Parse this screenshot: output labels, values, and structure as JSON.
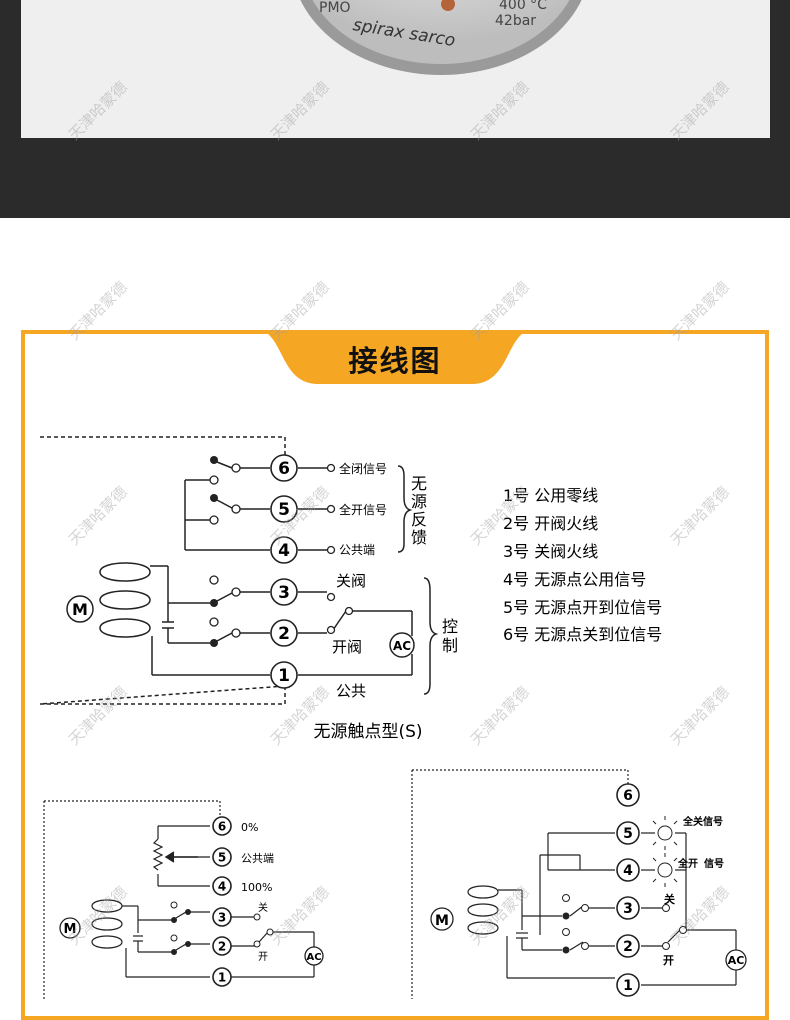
{
  "gauge": {
    "pmo": "PMO",
    "temp": "400 °C",
    "pressure": "42bar",
    "brand": "spirax sarco"
  },
  "title": "接线图",
  "watermark": "天津哈蒙德",
  "diagram_s": {
    "terminals": [
      "6",
      "5",
      "4",
      "3",
      "2",
      "1"
    ],
    "motor": "M",
    "ac": "AC",
    "labels": {
      "t6": "全闭信号",
      "t5": "全开信号",
      "t4": "公共端",
      "t3": "关阀",
      "t2": "开阀",
      "t1": "公共"
    },
    "brace_feedback": [
      "无",
      "源",
      "反",
      "馈"
    ],
    "brace_control": [
      "控",
      "制"
    ],
    "caption": "无源触点型(S)"
  },
  "legend": [
    "1号  公用零线",
    "2号  开阀火线",
    "3号  关阀火线",
    "4号  无源点公用信号",
    "5号  无源点开到位信号",
    "6号  无源点关到位信号"
  ],
  "diagram_pot": {
    "terminals": [
      "6",
      "5",
      "4",
      "3",
      "2",
      "1"
    ],
    "motor": "M",
    "ac": "AC",
    "labels": {
      "t6": "0%",
      "t5": "公共端",
      "t4": "100%",
      "t3": "关",
      "t2": "开"
    }
  },
  "diagram_lamp": {
    "terminals": [
      "6",
      "5",
      "4",
      "3",
      "2",
      "1"
    ],
    "motor": "M",
    "ac": "AC",
    "labels": {
      "t5": "全关信号",
      "t4_a": "全开",
      "t4_b": "信号",
      "t3": "关",
      "t2": "开"
    }
  }
}
